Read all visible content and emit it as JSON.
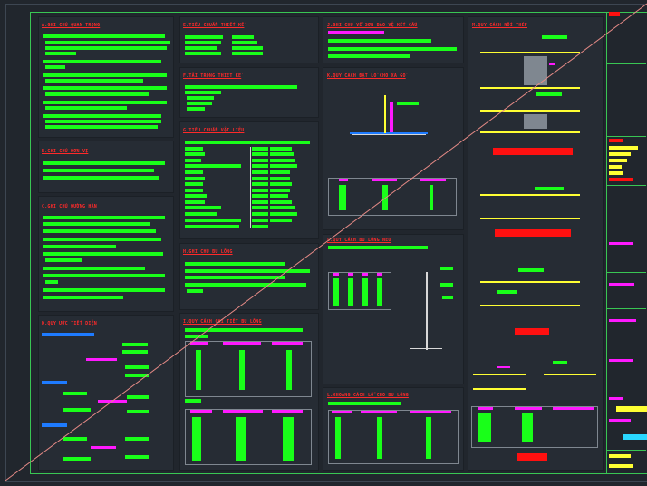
{
  "sections": {
    "a": "A.GHI CHÚ QUAN TRỌNG",
    "b": "B.GHI CHÚ ĐƠN VỊ",
    "c": "C.GHI CHÚ ĐƯỜNG HÀN",
    "d": "D.QUY ƯỚC TIẾT DIỆN",
    "e": "E.TIÊU CHUẨN THIẾT KẾ",
    "f": "F.TẢI TRỌNG THIẾT KẾ",
    "g": "G.TIÊU CHUẨN VẬT LIỆU",
    "h": "H.GHI CHÚ BU LÔNG",
    "i": "I.QUY CÁCH CHI TIẾT BU LÔNG",
    "j": "J.GHI CHÚ VỀ SƠN BẢO VỆ KẾT CẤU",
    "k": "K.QUY CÁCH ĐẶT LỖ CHO XÀ GỒ",
    "l": "L.QUY CÁCH BU LÔNG NEO",
    "m": "L.KHOẢNG CÁCH LỖ CHO BU LÔNG",
    "n": "M.QUY CÁCH NỐI THÉP"
  },
  "colors": {
    "background": "#21262d",
    "frame": "#39c653",
    "text_green": "#19ff19",
    "title_red": "#ff2a2a",
    "magenta": "#ff19ff",
    "yellow": "#ffff33",
    "blue": "#1e7bff",
    "diagonal": "#e58a86"
  }
}
